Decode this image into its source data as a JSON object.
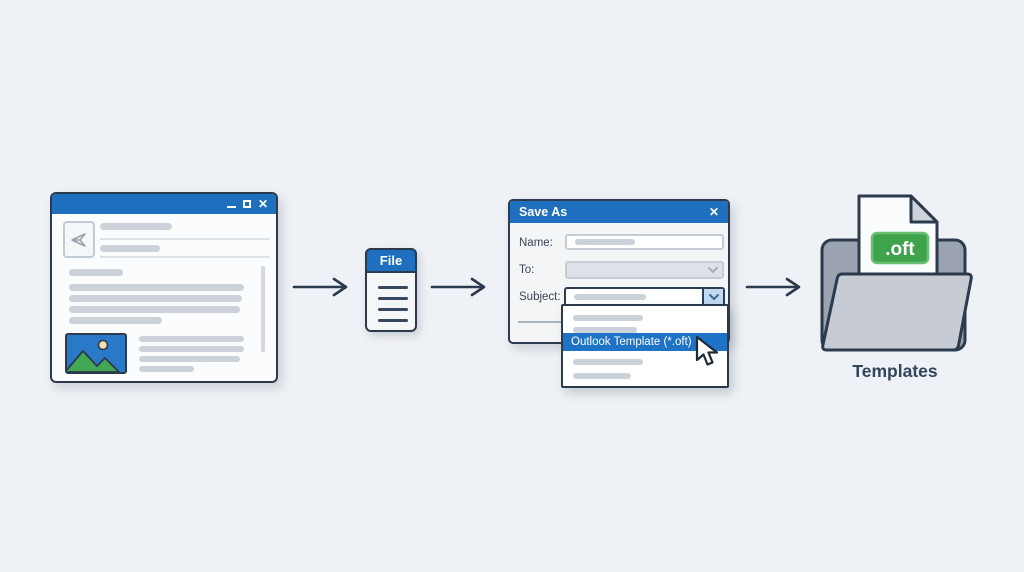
{
  "colors": {
    "background": "#eef1f5",
    "outline_navy": "#2c3a4e",
    "accent_blue": "#1e6fbe",
    "highlight_blue": "#1e73c6",
    "placeholder_gray": "#ccd2da",
    "green_badge": "#3fa34c",
    "folder_back_gray": "#9aa3af",
    "folder_front_gray": "#c7ccd4"
  },
  "email_window": {
    "close_glyph": "✕",
    "icons": {
      "minimize": "minimize-icon",
      "maximize": "maximize-icon",
      "close": "close-icon",
      "send": "paper-plane-icon",
      "image": "image-thumbnail"
    }
  },
  "flow": {
    "arrow_icon": "right-arrow-icon"
  },
  "file_menu": {
    "label": "File"
  },
  "save_as_dialog": {
    "title": "Save As",
    "close_glyph": "✕",
    "name_label": "Name:",
    "to_label": "To:",
    "subject_label": "Subject:",
    "dropdown_selected_item": "Outlook Template (*.oft)"
  },
  "output": {
    "file_badge": ".oft",
    "folder_label": "Templates"
  }
}
